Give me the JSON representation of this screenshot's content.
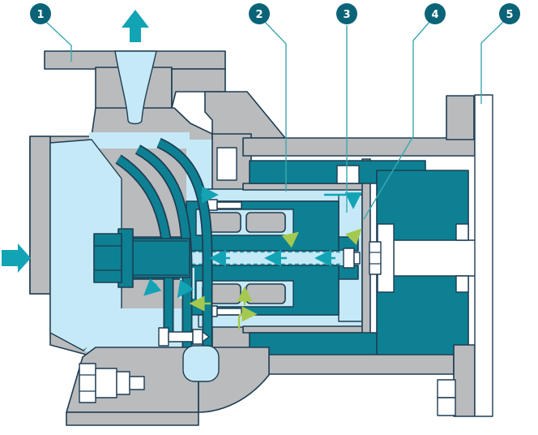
{
  "diagram": {
    "kind": "magnetic-drive-centrifugal-pump-cross-section",
    "callouts": [
      {
        "number": "1",
        "points_to": "pump-casing-discharge-flange"
      },
      {
        "number": "2",
        "points_to": "shaft-and-bearing-area"
      },
      {
        "number": "3",
        "points_to": "inner-magnet-rotor"
      },
      {
        "number": "4",
        "points_to": "containment-shell"
      },
      {
        "number": "5",
        "points_to": "motor-mounting-flange"
      }
    ],
    "flow_arrows": [
      {
        "name": "suction-inlet-arrow",
        "direction": "right"
      },
      {
        "name": "discharge-outlet-arrow",
        "direction": "up"
      },
      {
        "name": "internal-circulation-arrows",
        "direction": "left-through-hollow-shaft"
      },
      {
        "name": "rear-channel-arrow",
        "direction": "down"
      },
      {
        "name": "impeller-return-arrows",
        "direction": "down-left"
      }
    ],
    "lubrication_arrows": {
      "name": "bearing-lubrication-arrows",
      "color_key": "green"
    }
  },
  "colors": {
    "line": "#1e3d53",
    "gray": "#b9bbbd",
    "fluid": "#c6e9f7",
    "teal": "#0d8193",
    "arrow": "#12a3b4",
    "green": "#a5c94f",
    "leader": "#3aa8b0",
    "callout": "#0b6377"
  }
}
